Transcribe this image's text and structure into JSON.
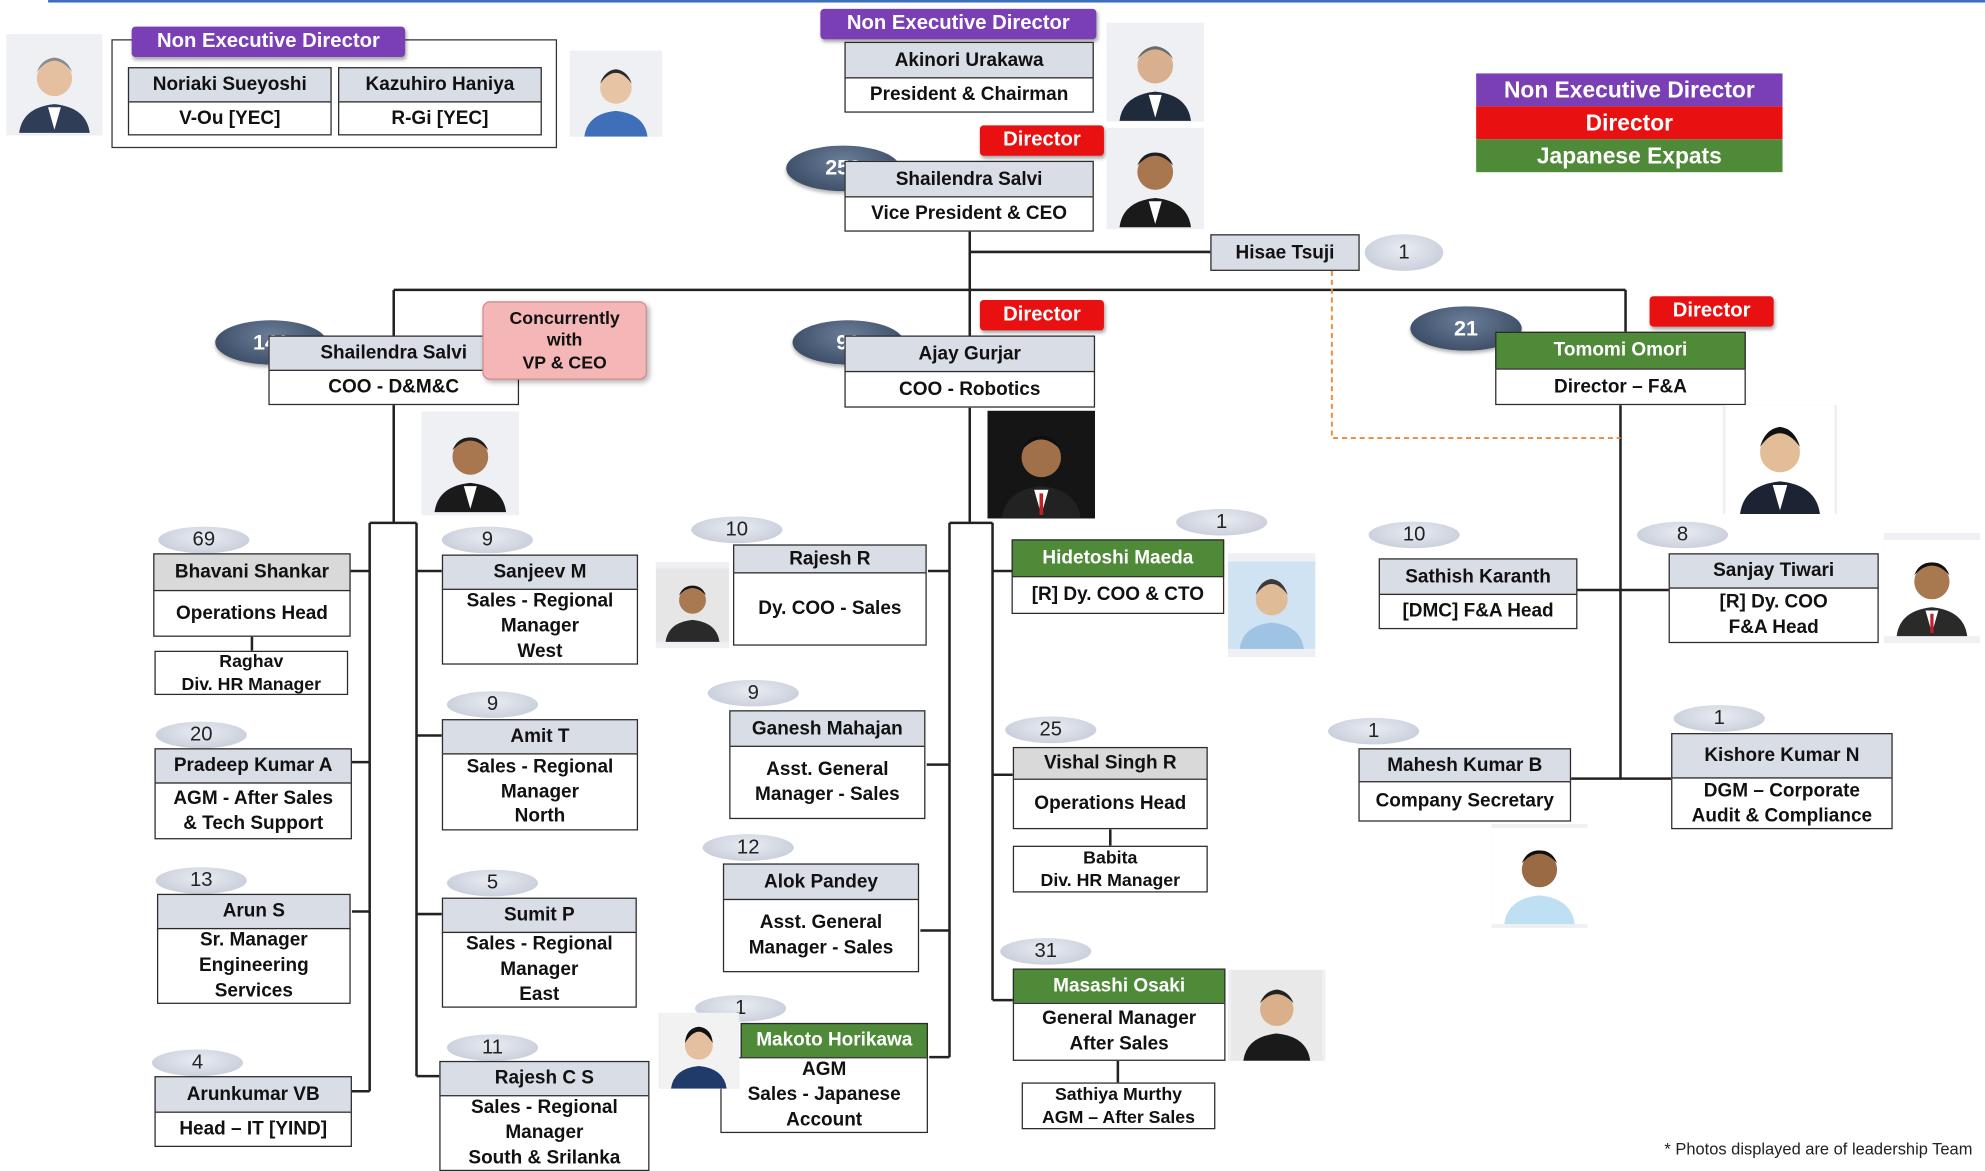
{
  "legend": {
    "non_exec": "Non Executive Director",
    "director": "Director",
    "expats": "Japanese Expats"
  },
  "colors": {
    "non_exec": "#7b3fb5",
    "director": "#e81010",
    "expat": "#4e8a37",
    "box": "#d9dde6"
  },
  "board": {
    "tag": "Non Executive Director",
    "members": [
      {
        "name": "Noriaki Sueyoshi",
        "title": "V-Ou [YEC]"
      },
      {
        "name": "Kazuhiro Haniya",
        "title": "R-Gi [YEC]"
      }
    ]
  },
  "chairman": {
    "tag": "Non Executive Director",
    "name": "Akinori Urakawa",
    "title": "President & Chairman"
  },
  "ceo": {
    "tag": "Director",
    "count": "253",
    "name": "Shailendra Salvi",
    "title": "Vice President & CEO"
  },
  "assistant": {
    "name": "Hisae Tsuji",
    "count": "1"
  },
  "coo_dmc": {
    "count": "141",
    "name": "Shailendra Salvi",
    "title": "COO - D&M&C",
    "note": "Concurrently\nwith\nVP & CEO"
  },
  "coo_robotics": {
    "tag": "Director",
    "count": "90",
    "name": "Ajay Gurjar",
    "title": "COO - Robotics"
  },
  "director_fa": {
    "tag": "Director",
    "count": "21",
    "name": "Tomomi Omori",
    "title": "Director – F&A"
  },
  "dmc_left": [
    {
      "count": "69",
      "name": "Bhavani Shankar",
      "title": "Operations Head",
      "sub": "Raghav\nDiv. HR Manager"
    },
    {
      "count": "20",
      "name": "Pradeep Kumar A",
      "title": "AGM - After Sales\n& Tech Support"
    },
    {
      "count": "13",
      "name": "Arun S",
      "title": "Sr. Manager\nEngineering\nServices"
    },
    {
      "count": "4",
      "name": "Arunkumar VB",
      "title": "Head – IT [YIND]"
    }
  ],
  "dmc_right": [
    {
      "count": "9",
      "name": "Sanjeev M",
      "title": "Sales - Regional\nManager\nWest"
    },
    {
      "count": "9",
      "name": "Amit T",
      "title": "Sales - Regional\nManager\nNorth"
    },
    {
      "count": "5",
      "name": "Sumit P",
      "title": "Sales - Regional\nManager\nEast"
    },
    {
      "count": "11",
      "name": "Rajesh C S",
      "title": "Sales - Regional\nManager\nSouth & Srilanka"
    }
  ],
  "rob_left": [
    {
      "count": "10",
      "name": "Rajesh R",
      "title": "Dy. COO - Sales"
    },
    {
      "count": "9",
      "name": "Ganesh  Mahajan",
      "title": "Asst. General\nManager - Sales"
    },
    {
      "count": "12",
      "name": "Alok Pandey",
      "title": "Asst. General\nManager - Sales"
    },
    {
      "count": "1",
      "name": "Makoto Horikawa",
      "title": "AGM\nSales - Japanese\nAccount"
    }
  ],
  "rob_right": [
    {
      "count": "1",
      "name": "Hidetoshi Maeda",
      "title": "[R] Dy. COO & CTO"
    },
    {
      "count": "25",
      "name": "Vishal Singh R",
      "title": "Operations Head",
      "sub": "Babita\nDiv. HR Manager"
    },
    {
      "count": "31",
      "name": "Masashi Osaki",
      "title": "General Manager\nAfter Sales",
      "sub": "Sathiya Murthy\nAGM – After Sales"
    }
  ],
  "fa": [
    {
      "count": "10",
      "name": "Sathish Karanth",
      "title": "[DMC] F&A Head"
    },
    {
      "count": "8",
      "name": "Sanjay Tiwari",
      "title": "[R] Dy. COO\nF&A Head"
    },
    {
      "count": "1",
      "name": "Mahesh Kumar B",
      "title": "Company Secretary"
    },
    {
      "count": "1",
      "name": "Kishore Kumar N",
      "title": "DGM  – Corporate\nAudit & Compliance"
    }
  ],
  "footnote": "* Photos displayed are of leadership Team"
}
